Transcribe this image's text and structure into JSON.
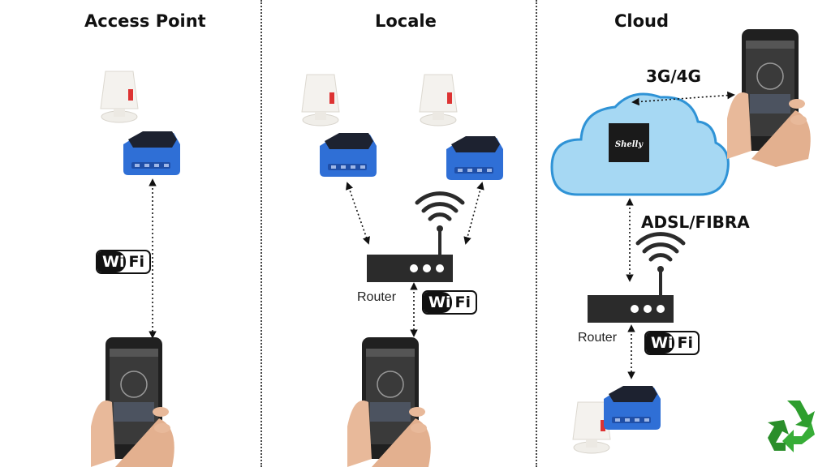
{
  "sections": [
    {
      "title": "Access Point"
    },
    {
      "title": "Locale"
    },
    {
      "title": "Cloud"
    }
  ],
  "labels": {
    "mobile": "3G/4G",
    "broadband": "ADSL/FIBRA",
    "router": "Router"
  },
  "wifi_logo": {
    "left": "Wi",
    "right": "Fi"
  },
  "cloud_brand": "Shelly",
  "colors": {
    "device_blue": "#2f6fd6",
    "cloud_fill": "#a6d8f3",
    "cloud_stroke": "#2f93d6",
    "router_body": "#2b2b2b",
    "recycle_green": "#2e9e2e"
  },
  "icons": [
    "lamp-icon",
    "shelly-device-icon",
    "smartphone-icon",
    "router-icon",
    "wifi-signal-icon",
    "cloud-icon",
    "recycle-icon"
  ]
}
